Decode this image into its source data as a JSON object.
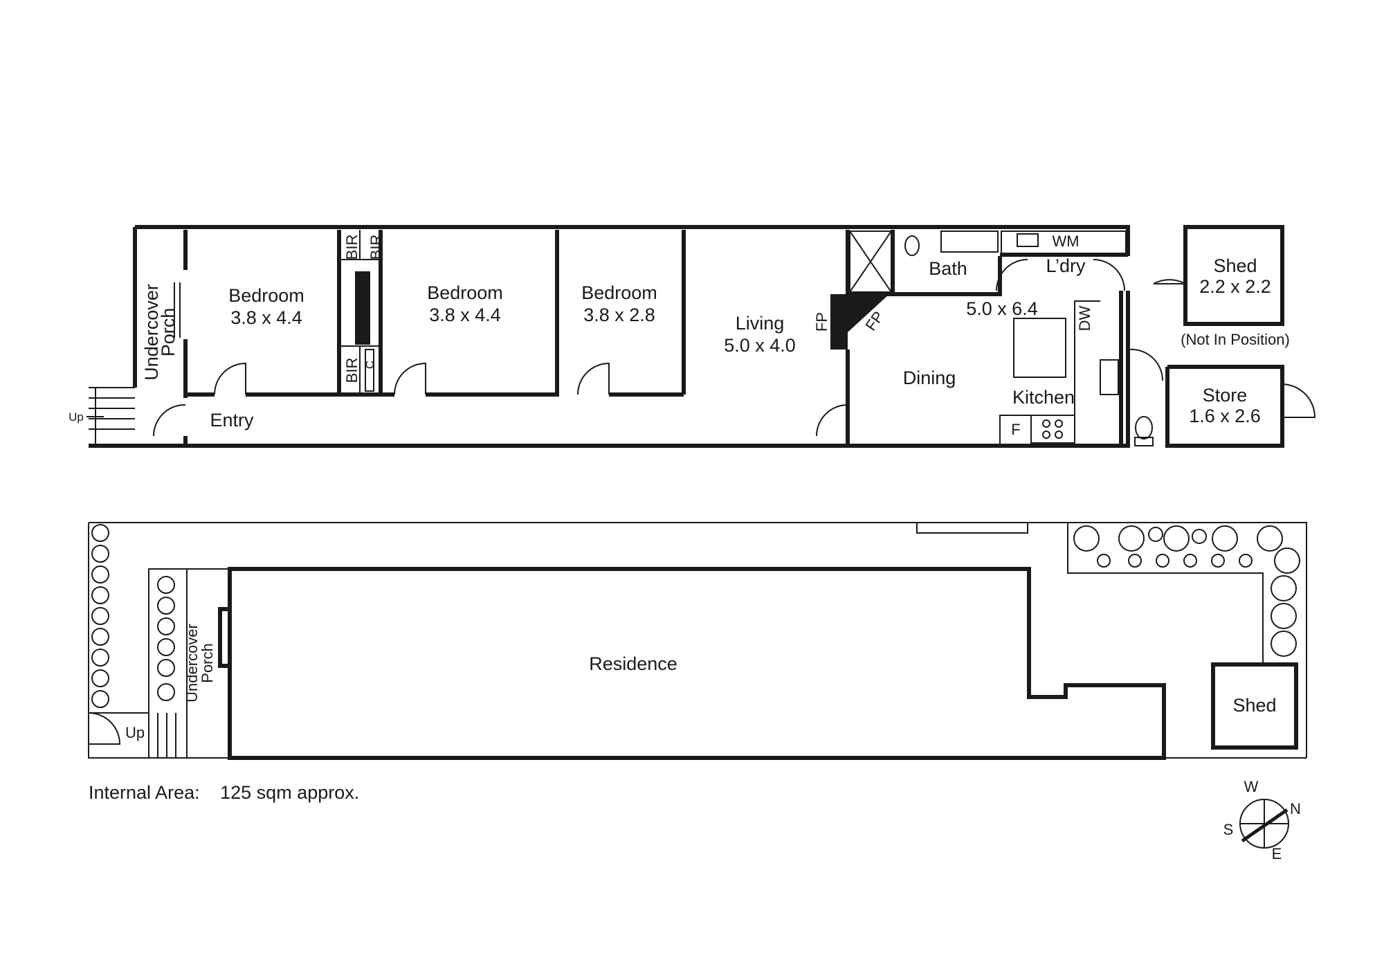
{
  "floor_plan": {
    "rooms": {
      "porch": {
        "name1": "Undercover",
        "name2": "Porch"
      },
      "bed1": {
        "name": "Bedroom",
        "dims": "3.8 x 4.4"
      },
      "bed2": {
        "name": "Bedroom",
        "dims": "3.8 x 4.4"
      },
      "bed3": {
        "name": "Bedroom",
        "dims": "3.8 x 2.8"
      },
      "living": {
        "name": "Living",
        "dims": "5.0 x 4.0"
      },
      "entry": {
        "name": "Entry"
      },
      "bath": {
        "name": "Bath"
      },
      "laundry": {
        "name": "L’dry"
      },
      "kitchen_dining_dims": "5.0 x 6.4",
      "dining": {
        "name": "Dining"
      },
      "kitchen": {
        "name": "Kitchen"
      },
      "shed": {
        "name": "Shed",
        "dims": "2.2 x 2.2",
        "note": "(Not In Position)"
      },
      "store": {
        "name": "Store",
        "dims": "1.6 x 2.6"
      }
    },
    "labels": {
      "bir": "BIR",
      "c": "C",
      "fp": "FP",
      "wm": "WM",
      "dw": "DW",
      "f": "F",
      "up": "Up"
    }
  },
  "site_plan": {
    "residence": "Residence",
    "porch1": "Undercover",
    "porch2": "Porch",
    "shed": "Shed",
    "up": "Up"
  },
  "area": {
    "label": "Internal Area:",
    "value": "125 sqm approx."
  },
  "compass": {
    "n": "N",
    "s": "S",
    "e": "E",
    "w": "W"
  }
}
